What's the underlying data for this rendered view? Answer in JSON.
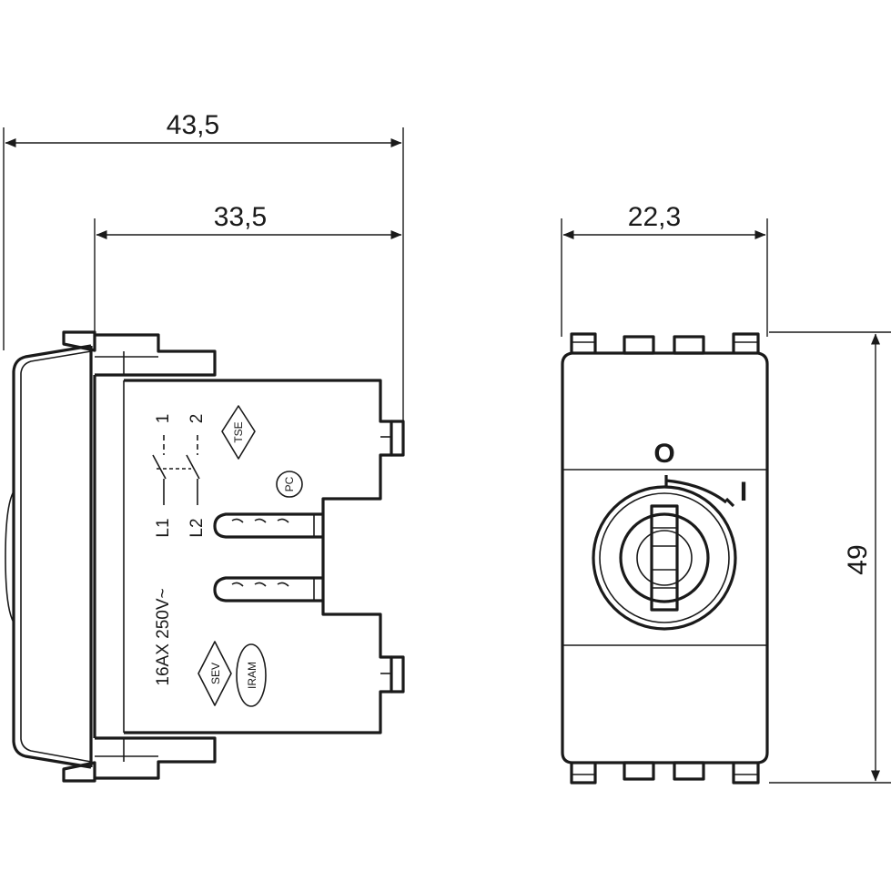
{
  "dimensions": {
    "overall_depth": "43,5",
    "body_depth": "33,5",
    "width": "22,3",
    "height": "49"
  },
  "side_view": {
    "terminal_numbers": [
      "1",
      "2"
    ],
    "line_labels": [
      "L1",
      "L2"
    ],
    "rating": "16AX  250V~",
    "marks": {
      "tse": "TSE",
      "pc": "PC",
      "sev": "SEV",
      "iram": "IRAM"
    }
  },
  "front_view": {
    "key_positions": {
      "off": "O",
      "on": "I"
    }
  }
}
